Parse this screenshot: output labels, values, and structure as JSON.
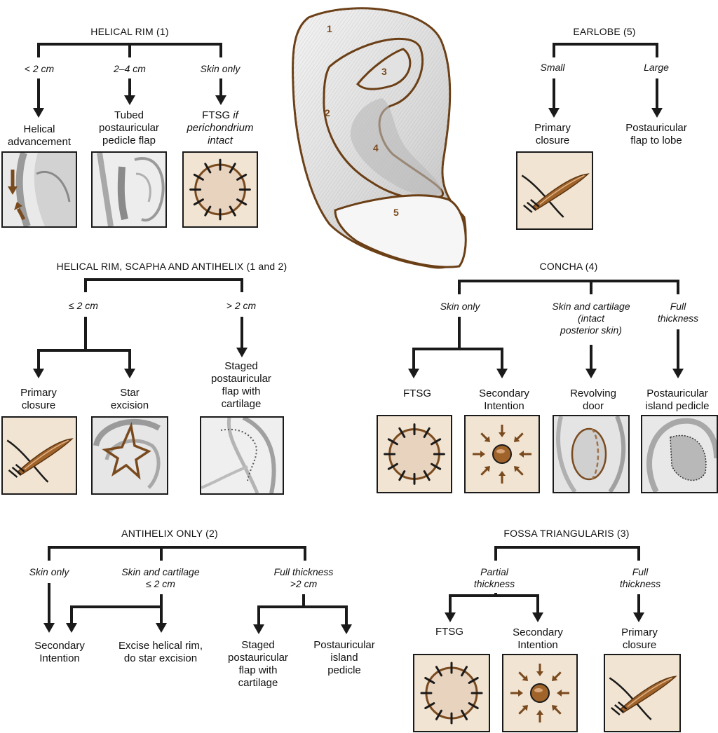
{
  "colors": {
    "line": "#1a1a1a",
    "accent": "#7a4a1f",
    "skin": "#e8d3be",
    "box_fill": "#f1e4d2"
  },
  "ear_numbers": [
    "1",
    "2",
    "3",
    "4",
    "5"
  ],
  "helical_rim": {
    "title": "HELICAL RIM (1)",
    "branches": [
      {
        "condition": "< 2 cm",
        "outcome": "Helical\nadvancement",
        "picture": "helical-advancement-illustration"
      },
      {
        "condition": "2–4 cm",
        "outcome": "Tubed\npostauricular\npedicle flap",
        "picture": "tubed-flap-illustration"
      },
      {
        "condition": "Skin only",
        "outcome_main": "FTSG",
        "outcome_italic": " if\nperichondrium\nintact",
        "picture": "ftsg-icon"
      }
    ]
  },
  "earlobe": {
    "title": "EARLOBE (5)",
    "branches": [
      {
        "condition": "Small",
        "outcome": "Primary\nclosure",
        "picture": "primary-closure-icon"
      },
      {
        "condition": "Large",
        "outcome": "Postauricular\nflap to lobe"
      }
    ]
  },
  "scapha": {
    "title": "HELICAL RIM, SCAPHA AND ANTIHELIX (1 and 2)",
    "branches": [
      {
        "condition": "≤ 2 cm",
        "outcomes": [
          "Primary\nclosure",
          "Star\nexcision"
        ]
      },
      {
        "condition": "> 2 cm",
        "outcomes": [
          "Staged\npostauricular\nflap with\ncartilage"
        ]
      }
    ]
  },
  "concha": {
    "title": "CONCHA (4)",
    "branches": [
      {
        "condition": "Skin only",
        "outcomes": [
          "FTSG",
          "Secondary\nIntention"
        ]
      },
      {
        "condition": "Skin and cartilage\n(intact\nposterior skin)",
        "outcomes": [
          "Revolving\ndoor"
        ]
      },
      {
        "condition": "Full\nthickness",
        "outcomes": [
          "Postauricular\nisland pedicle"
        ]
      }
    ]
  },
  "antihelix": {
    "title": "ANTIHELIX ONLY (2)",
    "branches": [
      {
        "condition": "Skin only",
        "outcomes": [
          "Secondary\nIntention"
        ]
      },
      {
        "condition": "Skin and cartilage\n≤ 2 cm",
        "outcomes": [
          "Secondary\nIntention",
          "Excise helical rim,\ndo star excision"
        ]
      },
      {
        "condition": "Full thickness\n>2 cm",
        "outcomes": [
          "Staged\npostauricular\nflap with\ncartilage",
          "Postauricular\nisland\npedicle"
        ]
      }
    ]
  },
  "fossa": {
    "title": "FOSSA TRIANGULARIS (3)",
    "branches": [
      {
        "condition": "Partial\nthickness",
        "outcomes": [
          "FTSG",
          "Secondary\nIntention"
        ]
      },
      {
        "condition": "Full\nthickness",
        "outcomes": [
          "Primary\nclosure"
        ]
      }
    ]
  }
}
